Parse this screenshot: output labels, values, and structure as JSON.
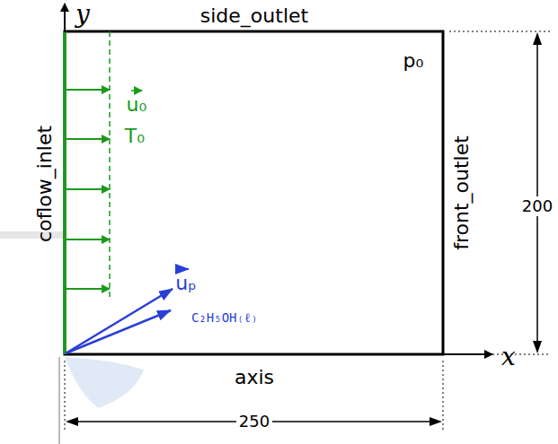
{
  "diagram": {
    "labels": [
      "y",
      "side_outlet",
      "u₀",
      "T₀",
      "p₀",
      "coflow_inlet",
      "front_outlet",
      "200",
      "uₚ",
      "C₂H₅OH₍ℓ₎",
      "x",
      "axis",
      "250"
    ]
  }
}
